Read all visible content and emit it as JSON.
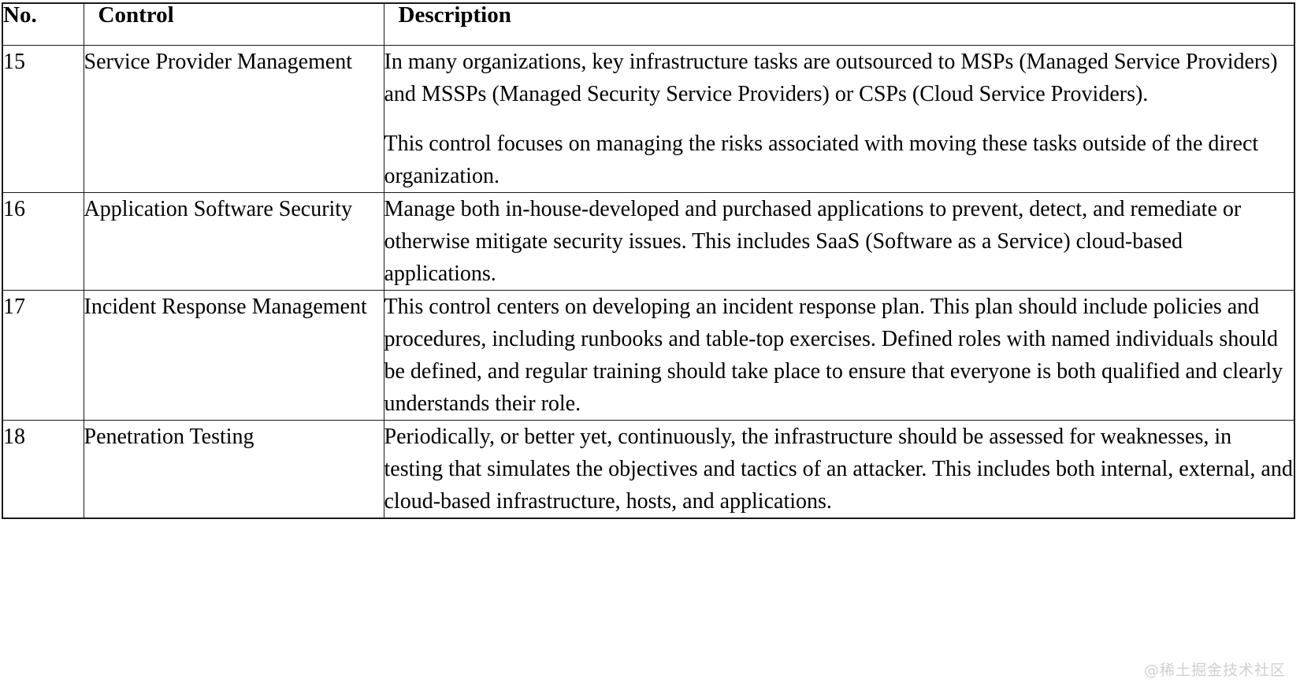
{
  "document": {
    "type": "table",
    "watermark": "@稀土掘金技术社区"
  },
  "table": {
    "headers": {
      "no": "No.",
      "control": "Control",
      "description": "Description"
    },
    "rows": [
      {
        "no": "15",
        "control": "Service Provider Management",
        "description_paragraphs": [
          "In many organizations, key infrastructure tasks are outsourced to MSPs (Managed Service Providers) and MSSPs (Managed Security Service Providers) or CSPs (Cloud Service Providers).",
          "This control focuses on managing the risks associated with moving these tasks outside of the direct organization."
        ]
      },
      {
        "no": "16",
        "control": "Application Software Security",
        "description_paragraphs": [
          "Manage both in-house-developed and purchased applications to prevent, detect, and remediate or otherwise mitigate security issues. This includes SaaS (Software as a Service) cloud-based applications."
        ]
      },
      {
        "no": "17",
        "control": "Incident Response Management",
        "description_paragraphs": [
          "This control centers on developing an incident response plan. This plan should include policies and procedures, including runbooks and table-top exercises. Defined roles with named individuals should be defined, and regular training should take place to ensure that everyone is both qualified and clearly understands their role."
        ]
      },
      {
        "no": "18",
        "control": "Penetration Testing",
        "description_paragraphs": [
          "Periodically, or better yet, continuously, the infrastructure should be assessed for weaknesses, in testing that simulates the objectives and tactics of an attacker. This includes both internal, external, and cloud-based infrastructure, hosts, and applications."
        ]
      }
    ]
  }
}
